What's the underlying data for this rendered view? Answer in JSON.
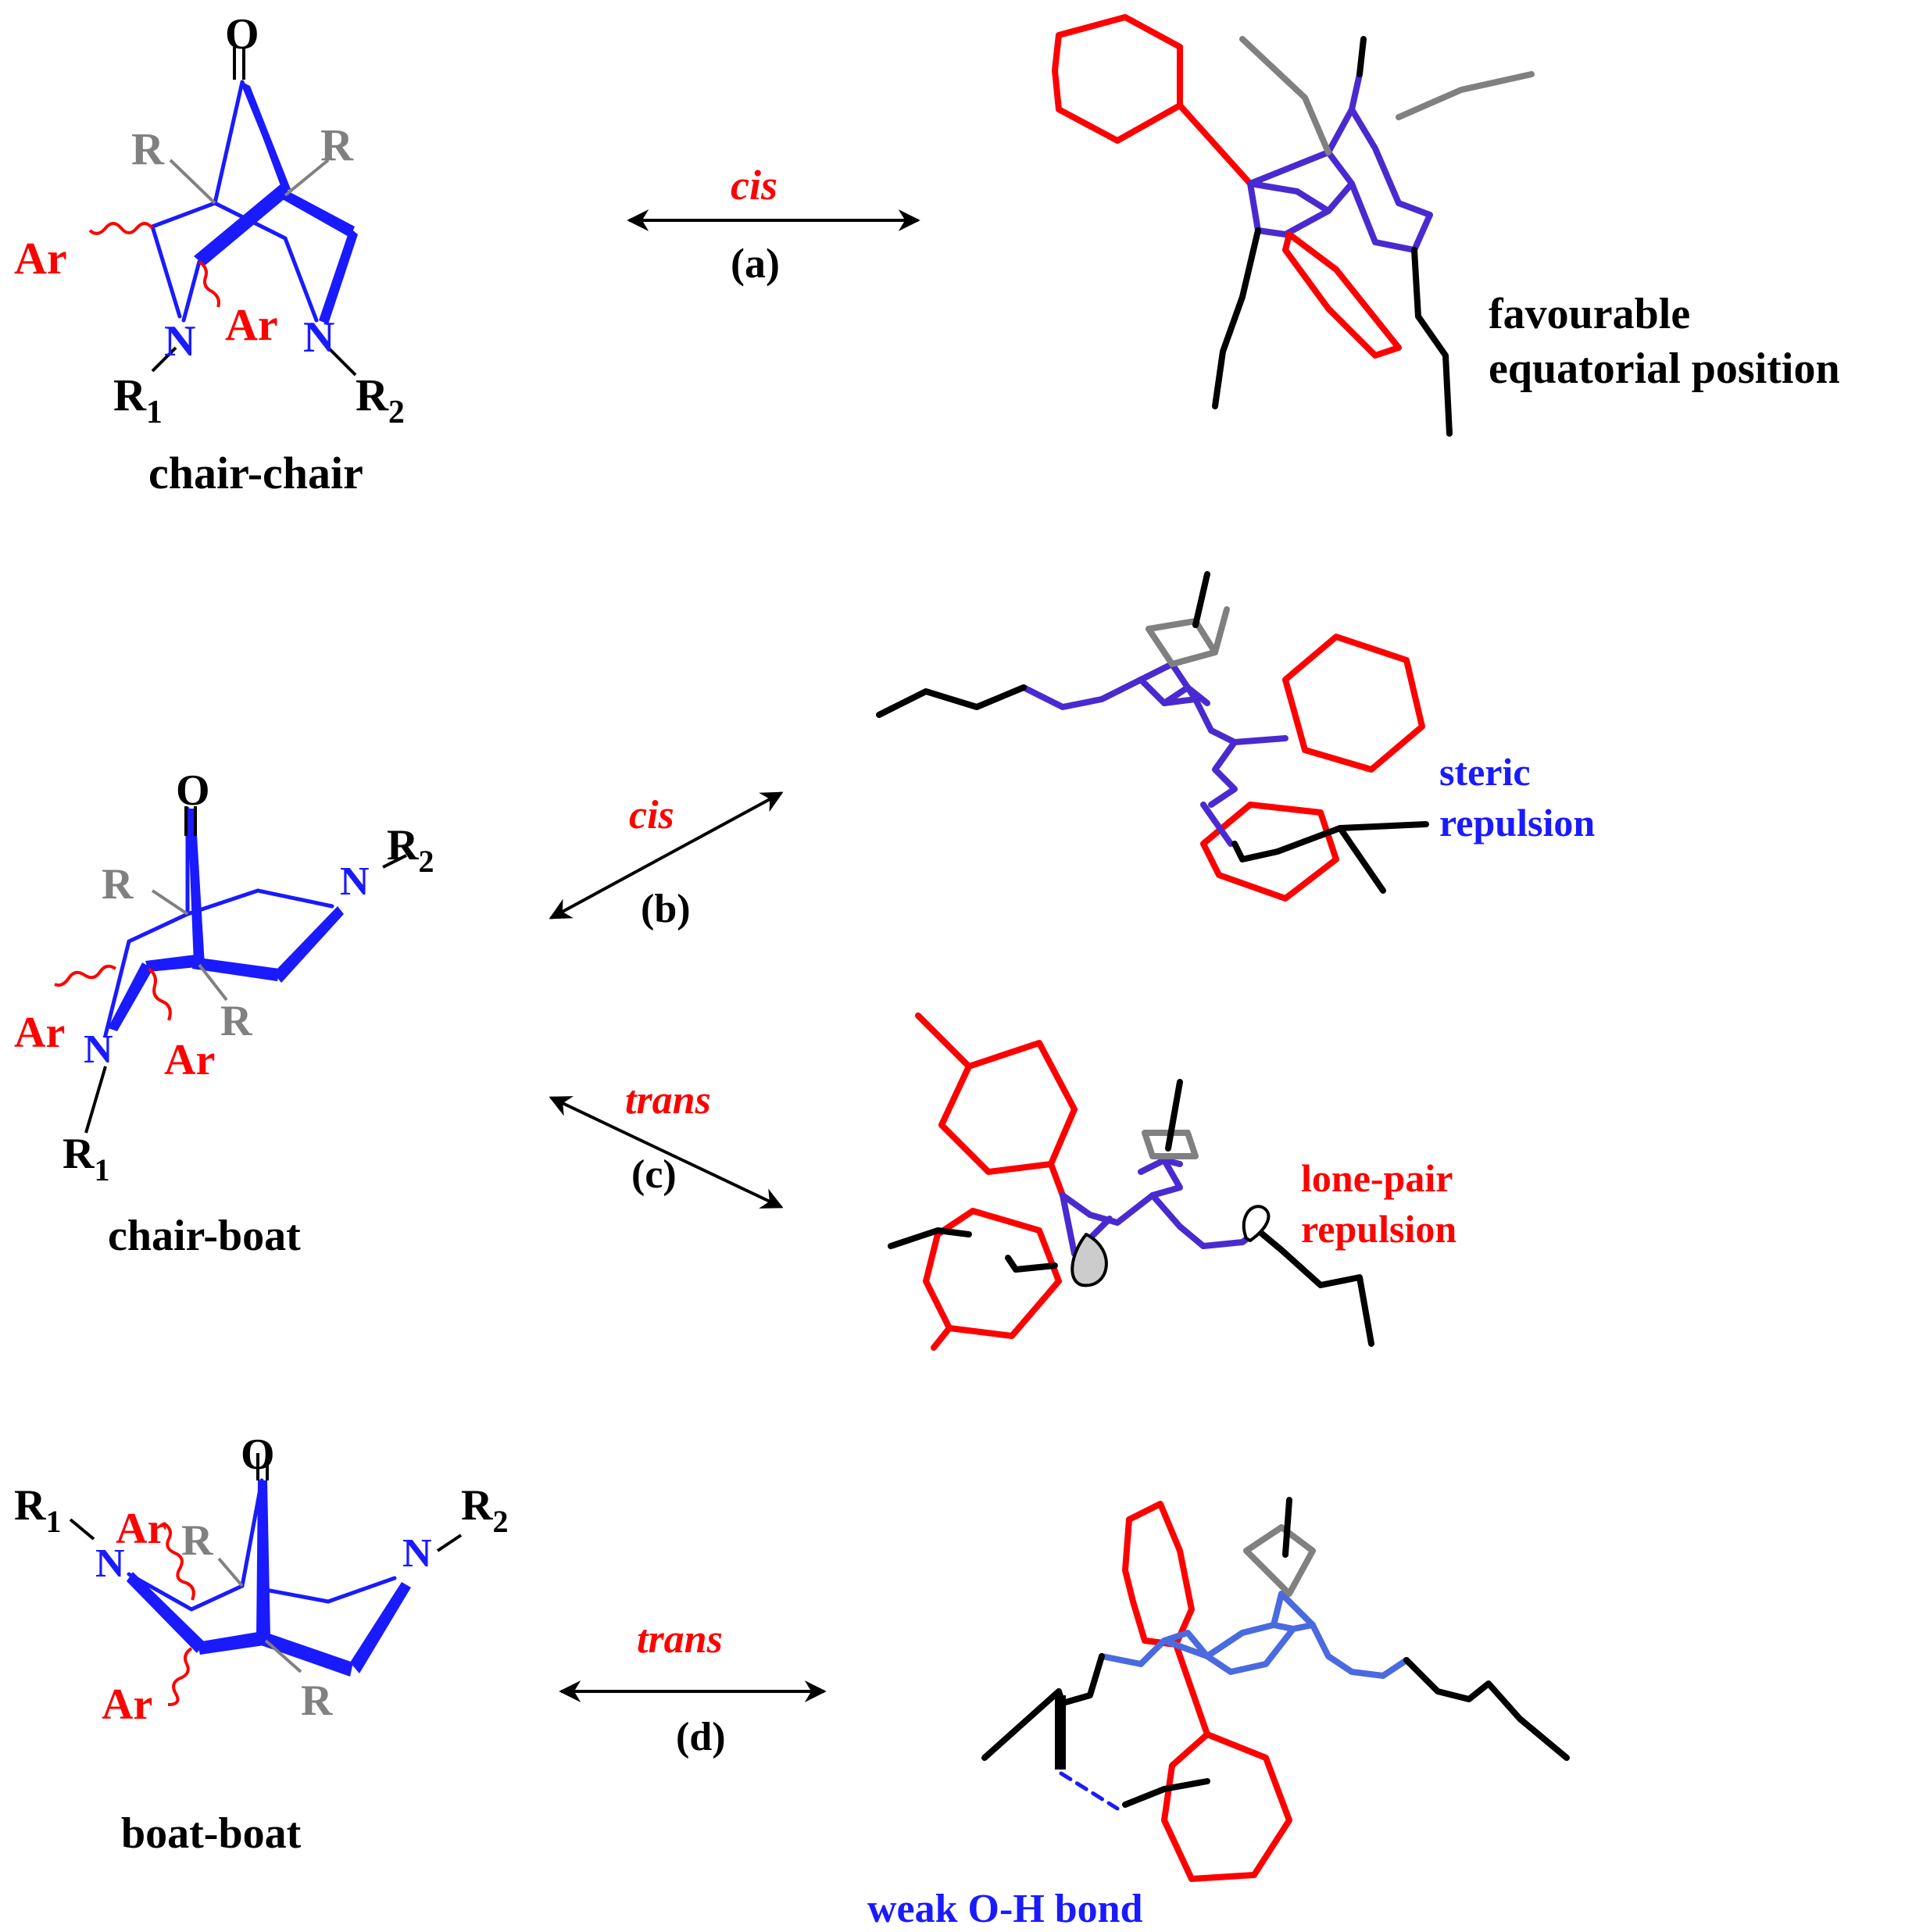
{
  "colors": {
    "ring": "#1a1aff",
    "aryl": "#ff0000",
    "substituent_r": "#808080",
    "chain": "#000000",
    "core": "#4a2ad0",
    "arrow": "#000000"
  },
  "conformers": {
    "chair_chair": {
      "label": "chair-chair",
      "O": "O",
      "R_left": "R",
      "R_right": "R",
      "Ar_left": "Ar",
      "Ar_mid": "Ar",
      "N_left": "N",
      "N_right": "N",
      "R1": "R",
      "R1_sub": "1",
      "R2": "R",
      "R2_sub": "2"
    },
    "chair_boat": {
      "label": "chair-boat",
      "O": "O",
      "R_top": "R",
      "R_bottom": "R",
      "Ar_left": "Ar",
      "Ar_mid": "Ar",
      "N_left": "N",
      "N_right": "N",
      "R1": "R",
      "R1_sub": "1",
      "R2": "R",
      "R2_sub": "2"
    },
    "boat_boat": {
      "label": "boat-boat",
      "O": "O",
      "R_top": "R",
      "R_bottom": "R",
      "Ar_top": "Ar",
      "Ar_bottom": "Ar",
      "N_left": "N",
      "N_right": "N",
      "R1": "R",
      "R1_sub": "1",
      "R2": "R",
      "R2_sub": "2"
    }
  },
  "equilibria": [
    {
      "id": "a",
      "relation": "cis",
      "label": "(a)"
    },
    {
      "id": "b",
      "relation": "cis",
      "label": "(b)"
    },
    {
      "id": "c",
      "relation": "trans",
      "label": "(c)"
    },
    {
      "id": "d",
      "relation": "trans",
      "label": "(d)"
    }
  ],
  "annotations": {
    "a_line1": "favourable",
    "a_line2": "equatorial position",
    "b_line1": "steric",
    "b_line2": "repulsion",
    "c_line1": "lone-pair",
    "c_line2": "repulsion",
    "d_line1": "weak O-H bond"
  }
}
